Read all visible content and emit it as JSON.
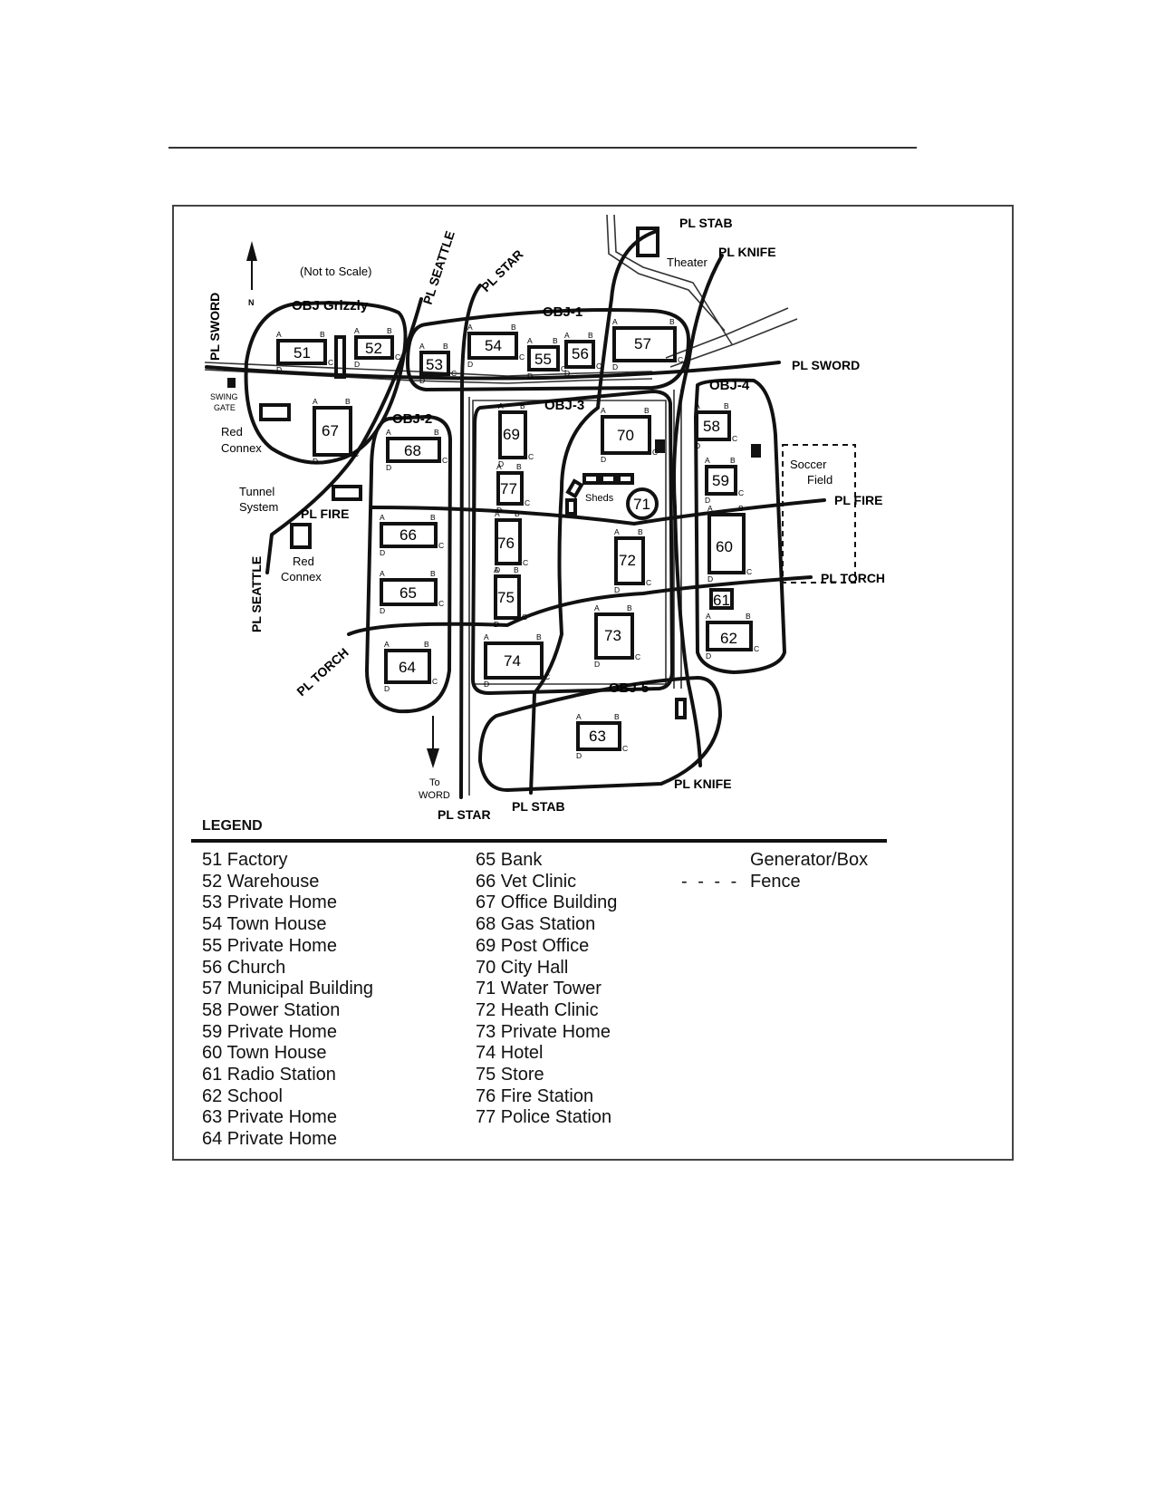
{
  "map": {
    "scale_note": "(Not to Scale)",
    "north_label": "N",
    "objectives": [
      "OBJ Grizzly",
      "OBJ-1",
      "OBJ-2",
      "OBJ-3",
      "OBJ-4",
      "OBJ-5"
    ],
    "routes": {
      "sword_left": "PL SWORD",
      "sword_right": "PL SWORD",
      "seattle_top": "PL SEATTLE",
      "seattle_bottom": "PL SEATTLE",
      "star_top": "PL STAR",
      "star_bottom": "PL STAR",
      "stab_top": "PL STAB",
      "stab_bottom": "PL STAB",
      "knife_top": "PL KNIFE",
      "knife_bottom": "PL KNIFE",
      "fire_left": "PL FIRE",
      "fire_right": "PL FIRE",
      "torch_left": "PL TORCH",
      "torch_right": "PL TORCH"
    },
    "features": {
      "swing_gate_1": "SWING",
      "swing_gate_2": "GATE",
      "red_connex_1a": "Red",
      "red_connex_1b": "Connex",
      "tunnel_1": "Tunnel",
      "tunnel_2": "System",
      "red_connex_2a": "Red",
      "red_connex_2b": "Connex",
      "theater": "Theater",
      "sheds": "Sheds",
      "soccer_1": "Soccer",
      "soccer_2": "Field",
      "to_word_1": "To",
      "to_word_2": "WORD"
    },
    "buildings": [
      "51",
      "52",
      "53",
      "54",
      "55",
      "56",
      "57",
      "58",
      "59",
      "60",
      "61",
      "62",
      "63",
      "64",
      "65",
      "66",
      "67",
      "68",
      "69",
      "70",
      "71",
      "72",
      "73",
      "74",
      "75",
      "76",
      "77"
    ],
    "corners": [
      "A",
      "B",
      "C",
      "D"
    ]
  },
  "legend": {
    "title": "LEGEND",
    "col1": [
      "51 Factory",
      "52 Warehouse",
      "53 Private Home",
      "54 Town House",
      "55 Private Home",
      "56 Church",
      "57 Municipal Building",
      "58 Power Station",
      "59 Private Home",
      "60 Town House",
      "61 Radio Station",
      "62 School",
      "63 Private Home",
      "64 Private Home"
    ],
    "col2": [
      "65 Bank",
      "66 Vet Clinic",
      "67 Office Building",
      "68 Gas Station",
      "69 Post Office",
      "70 City Hall",
      "71 Water Tower",
      "72 Heath Clinic",
      "73 Private Home",
      "74 Hotel",
      "75 Store",
      "76 Fire Station",
      "77 Police Station"
    ],
    "generator": "Generator/Box",
    "fence_symbol": "- - - -",
    "fence": "Fence"
  }
}
